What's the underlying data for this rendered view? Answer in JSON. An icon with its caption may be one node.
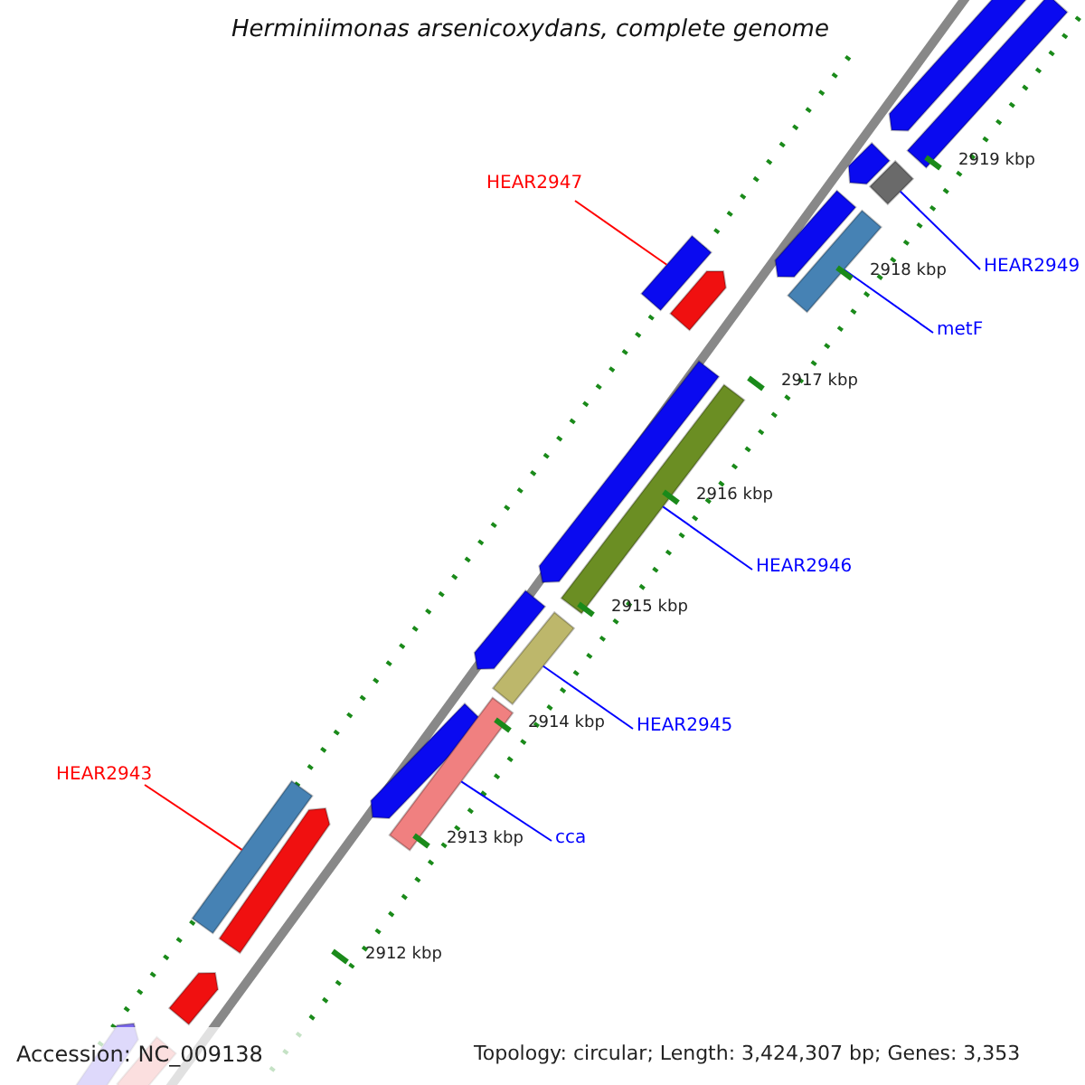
{
  "diagram": {
    "title": "Herminiimonas arsenicoxydans, complete genome",
    "nodes": [
      {
        "text": [],
        "shape": "bar"
      },
      {
        "text": [],
        "shape": "bar"
      },
      {
        "text": [],
        "shape": "bar"
      },
      {
        "text": [],
        "shape": "bar"
      },
      {
        "text": [
          "HEAR2947"
        ]
      },
      {
        "text": [],
        "shape": "bar"
      },
      {
        "text": [],
        "shape": "bar"
      },
      {
        "text": [],
        "shape": "bar"
      },
      {
        "text": [],
        "shape": "bar"
      },
      {
        "text": [
          "HEAR2949"
        ]
      },
      {
        "text": [
          "metF"
        ]
      },
      {
        "text": [],
        "shape": "bar"
      },
      {
        "text": [],
        "shape": "bar"
      },
      {
        "text": [
          "HEAR2946"
        ]
      },
      {
        "text": [],
        "shape": "bar"
      },
      {
        "text": [],
        "shape": "bar"
      },
      {
        "text": [
          "HEAR2945"
        ]
      },
      {
        "text": [],
        "shape": "bar"
      },
      {
        "text": [],
        "shape": "bar"
      },
      {
        "text": [
          "HEAR2943"
        ]
      },
      {
        "text": [
          "cca"
        ]
      },
      {
        "text": [],
        "shape": "bar"
      },
      {
        "text": [],
        "shape": "bar"
      },
      {
        "text": [],
        "shape": "bar"
      },
      {
        "text": [],
        "shape": "bar"
      },
      {
        "text": [],
        "shape": "bar"
      }
    ],
    "edges": [
      {
        "from": 4,
        "to": 7,
        "arrow": "none",
        "color": "#ff0000"
      },
      {
        "from": 9,
        "to": 3,
        "arrow": "none"
      },
      {
        "from": 10,
        "to": 6,
        "arrow": "none"
      },
      {
        "from": 13,
        "to": 12,
        "arrow": "none"
      },
      {
        "from": 16,
        "to": 15,
        "arrow": "none"
      },
      {
        "from": 20,
        "to": 18,
        "arrow": "none"
      },
      {
        "from": 19,
        "to": 21,
        "arrow": "none",
        "color": "#ff0000"
      }
    ],
    "labels": [
      "2919 kbp",
      "2918 kbp",
      "2917 kbp",
      "2916 kbp",
      "2915 kbp",
      "2914 kbp",
      "2913 kbp",
      "2912 kbp",
      "Accession: NC_009138",
      "Topology: circular; Length: 3,424,307 bp; Genes: 3,353"
    ]
  }
}
